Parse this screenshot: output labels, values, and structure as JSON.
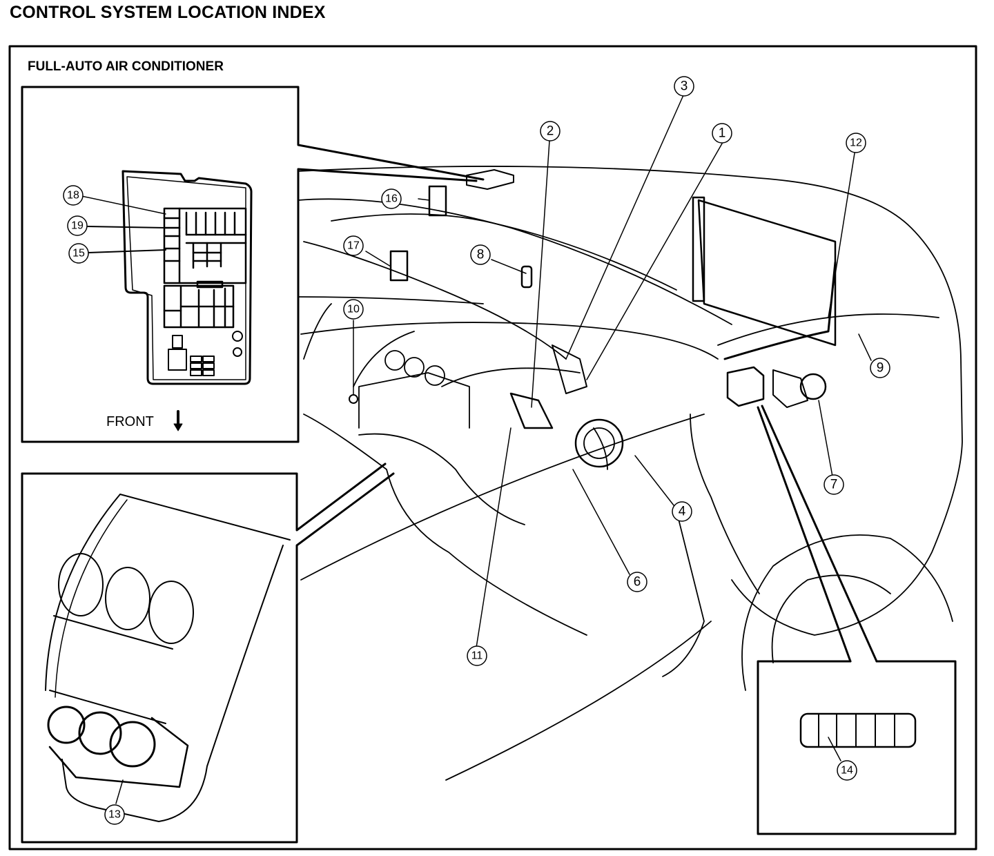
{
  "title": "CONTROL SYSTEM LOCATION INDEX",
  "subtitle": "FULL-AUTO AIR CONDITIONER",
  "front_label": "FRONT",
  "callouts": [
    "1",
    "2",
    "3",
    "4",
    "6",
    "7",
    "8",
    "9",
    "10",
    "11",
    "12",
    "13",
    "14",
    "15",
    "16",
    "17",
    "18",
    "19"
  ],
  "callout_ids": {
    "c1": "1",
    "c2": "2",
    "c3": "3",
    "c4": "4",
    "c6": "6",
    "c7": "7",
    "c8": "8",
    "c9": "9",
    "c10": "10",
    "c11": "11",
    "c12": "12",
    "c13": "13",
    "c14": "14",
    "c15": "15",
    "c16": "16",
    "c17": "17",
    "c18": "18",
    "c19": "19"
  },
  "insets": [
    "relay-block-inset",
    "climate-control-unit-inset",
    "connector-inset"
  ]
}
